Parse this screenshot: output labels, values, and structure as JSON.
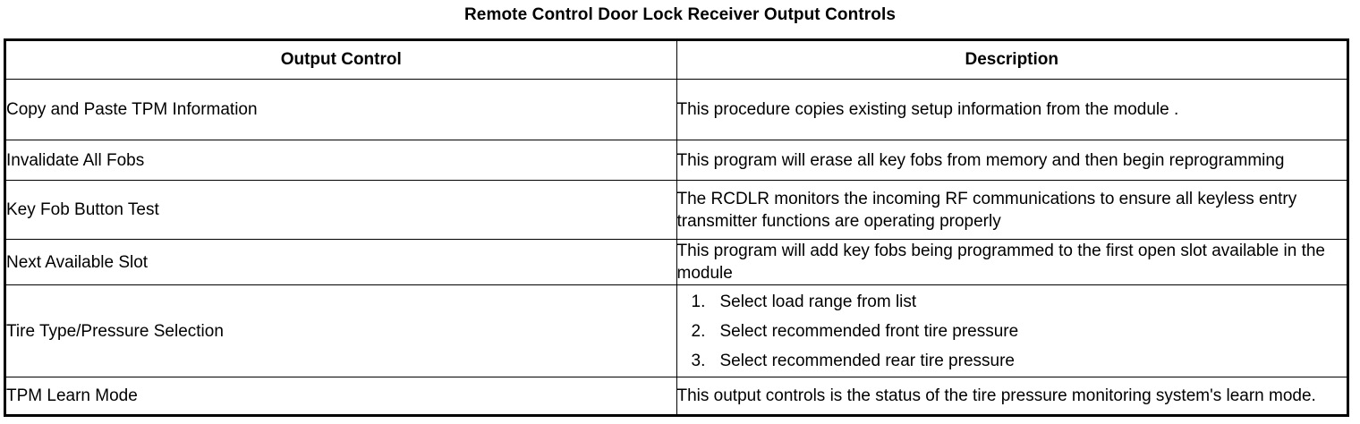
{
  "document": {
    "title": "Remote Control Door Lock Receiver Output Controls"
  },
  "table": {
    "headers": {
      "output_control": "Output Control",
      "description": "Description"
    },
    "rows": [
      {
        "control": "Copy and Paste TPM Information",
        "description": "This procedure copies existing setup information from the module ."
      },
      {
        "control": "Invalidate All Fobs",
        "description": "This program will erase all key fobs from memory and then begin reprogramming"
      },
      {
        "control": "Key Fob Button Test",
        "description": "The RCDLR monitors the incoming RF communications to ensure all keyless entry transmitter functions are operating properly"
      },
      {
        "control": "Next Available Slot",
        "description": "This program will add key fobs being programmed to the first open slot available in the module"
      },
      {
        "control": "Tire Type/Pressure Selection",
        "steps": [
          {
            "num": "1.",
            "text": "Select load range from list"
          },
          {
            "num": "2.",
            "text": "Select recommended front tire pressure"
          },
          {
            "num": "3.",
            "text": "Select recommended rear tire pressure"
          }
        ]
      },
      {
        "control": "TPM Learn Mode",
        "description": "This output controls is the status of the tire pressure monitoring system's learn mode."
      }
    ]
  }
}
